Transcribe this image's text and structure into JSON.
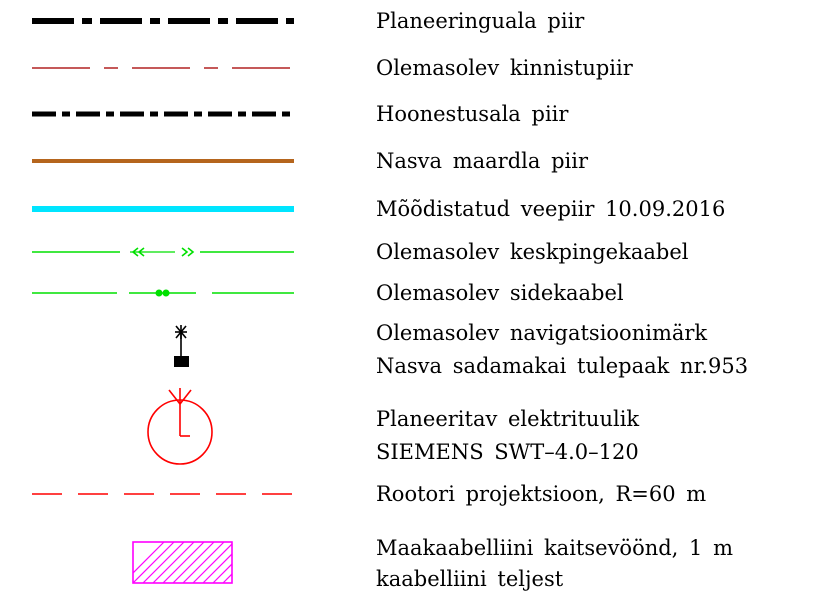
{
  "legend": {
    "items": [
      {
        "id": "planeeringuala",
        "lines": [
          "Planeeringuala  piir"
        ],
        "color": "#000000"
      },
      {
        "id": "kinnistupiir",
        "lines": [
          "Olemasolev  kinnistupiir"
        ],
        "color": "#b22222"
      },
      {
        "id": "hoonestusala",
        "lines": [
          "Hoonestusala  piir"
        ],
        "color": "#000000"
      },
      {
        "id": "maardla",
        "lines": [
          "Nasva  maardla  piir"
        ],
        "color": "#b5651d"
      },
      {
        "id": "veepiir",
        "lines": [
          "Mõõdistatud  veepiir  10.09.2016"
        ],
        "color": "#00e5ff"
      },
      {
        "id": "keskpinge",
        "lines": [
          "Olemasolev  keskpingekaabel"
        ],
        "color": "#00e000"
      },
      {
        "id": "sidekaabel",
        "lines": [
          "Olemasolev  sidekaabel"
        ],
        "color": "#00e000"
      },
      {
        "id": "navigatsioonimark",
        "lines": [
          "Olemasolev  navigatsioonimärk",
          "Nasva  sadamakai  tulepaak  nr.953"
        ],
        "color": "#000000"
      },
      {
        "id": "elektrituulik",
        "lines": [
          "Planeeritav  elektrituulik",
          "SIEMENS  SWT–4.0–120"
        ],
        "color": "#ff0000"
      },
      {
        "id": "rootor",
        "lines": [
          "Rootori  projektsioon,  R=60  m"
        ],
        "color": "#ff0000"
      },
      {
        "id": "kaitsevoond",
        "lines": [
          "Maakaabelliini  kaitsevöönd,  1  m",
          "kaabelliini  teljest"
        ],
        "color": "#ff00ff"
      }
    ]
  }
}
